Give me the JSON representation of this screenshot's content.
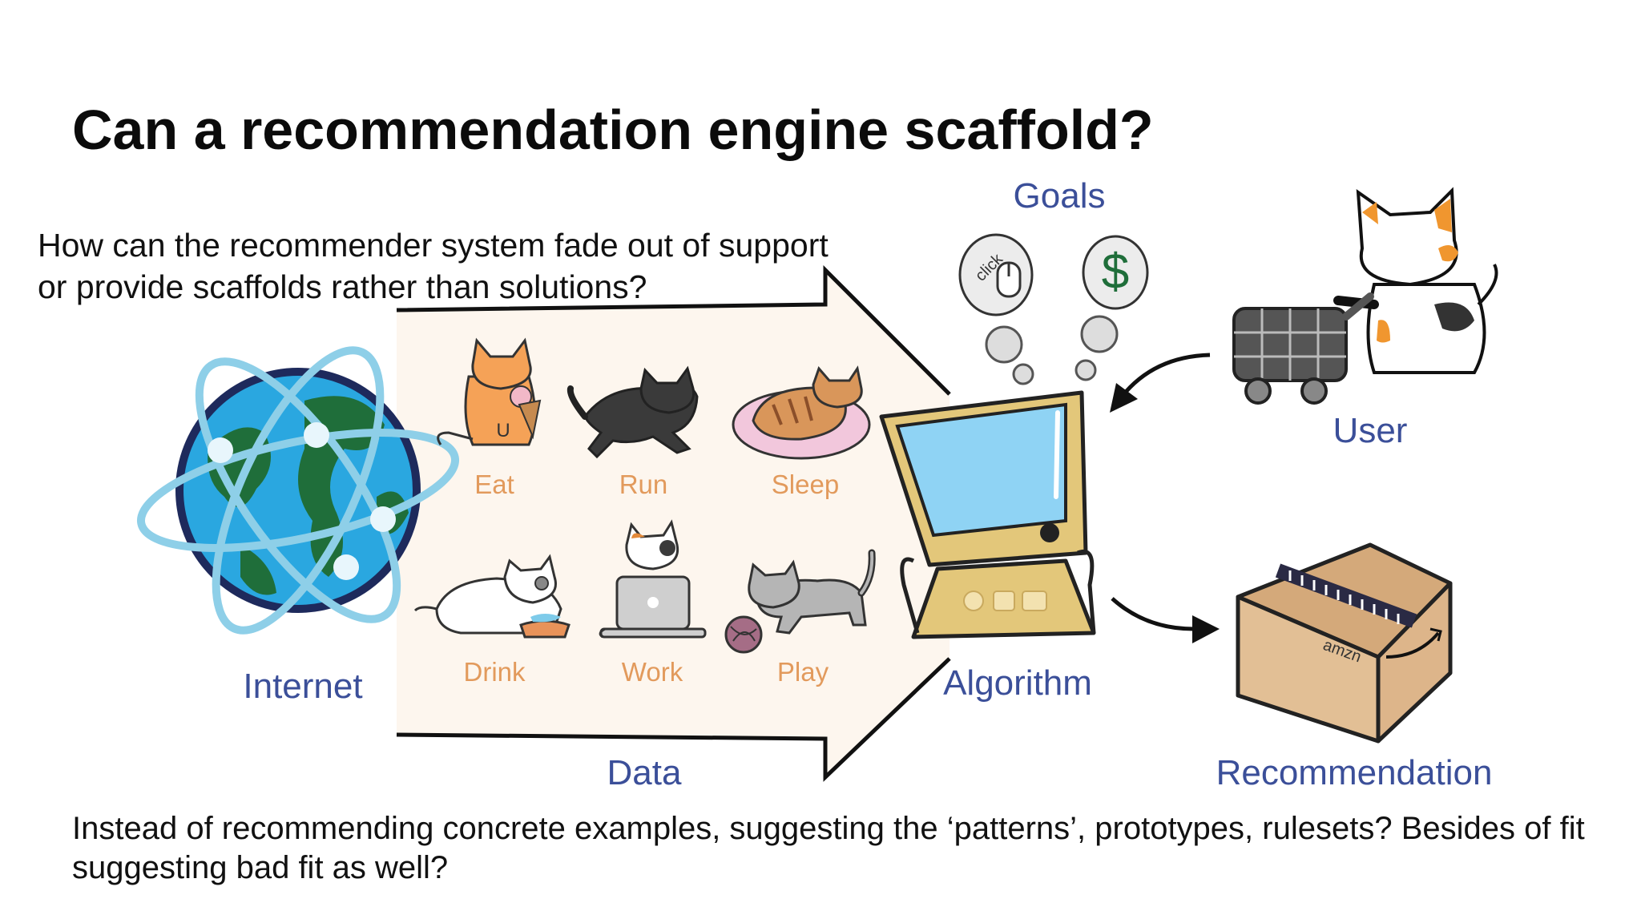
{
  "slide": {
    "title": "Can a recommendation engine scaffold?",
    "question": "How can the recommender system fade out of support or provide scaffolds rather than solutions?",
    "bottom_text": "Instead of recommending concrete examples, suggesting the ‘patterns’, prototypes, rulesets? Besides of fit suggesting bad fit as well?"
  },
  "diagram": {
    "internet_label": "Internet",
    "data_label": "Data",
    "algorithm_label": "Algorithm",
    "goals_label": "Goals",
    "user_label": "User",
    "recommendation_label": "Recommendation",
    "activities": [
      "Eat",
      "Run",
      "Sleep",
      "Drink",
      "Work",
      "Play"
    ],
    "click_text": "click",
    "dollar_text": "$",
    "box_text": "amzn",
    "bowl_letter": "U"
  },
  "colors": {
    "label_blue": "#3b4f99",
    "label_orange": "#e29a5c",
    "earth_blue": "#2aa7e0",
    "earth_green": "#1f6e3a",
    "monitor_gold": "#e3c77a",
    "screen_blue": "#8fd3f4",
    "box_tan": "#ddb58a"
  }
}
